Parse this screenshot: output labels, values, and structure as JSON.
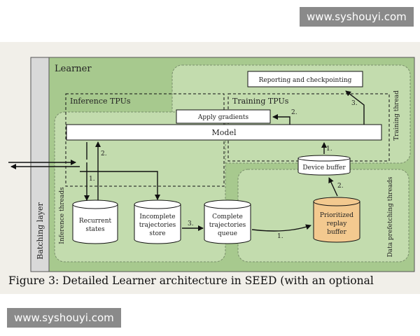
{
  "watermark": {
    "top": "www.syshouyi.com",
    "bottom": "www.syshouyi.com"
  },
  "diagram": {
    "batching_layer": "Batching layer",
    "learner": "Learner",
    "inference_tpus": "Inference TPUs",
    "training_tpus": "Training TPUs",
    "training_thread": "Training thread",
    "inference_threads": "Inference threads",
    "data_prefetching_threads": "Data prefetching threads",
    "reporting": "Reporting and checkpointing",
    "apply_gradients": "Apply gradients",
    "model": "Model",
    "device_buffer": "Device buffer",
    "recurrent_states": [
      "Recurrent",
      "states"
    ],
    "incomplete_store": [
      "Incomplete",
      "trajectories",
      "store"
    ],
    "complete_queue": [
      "Complete",
      "trajectories",
      "queue"
    ],
    "replay_buffer": [
      "Prioritized",
      "replay",
      "buffer"
    ],
    "steps": {
      "inf1": "1.",
      "inf2": "2.",
      "s3": "3.",
      "q1": "1.",
      "rb2": "2.",
      "db1": "1.",
      "ag2": "2.",
      "rp3": "3."
    }
  },
  "caption": "Figure 3: Detailed Learner architecture in SEED (with an optional",
  "colors": {
    "learner_green": "#a7c98e",
    "region_green": "#c3dcae",
    "replay_orange": "#f3c98f"
  }
}
